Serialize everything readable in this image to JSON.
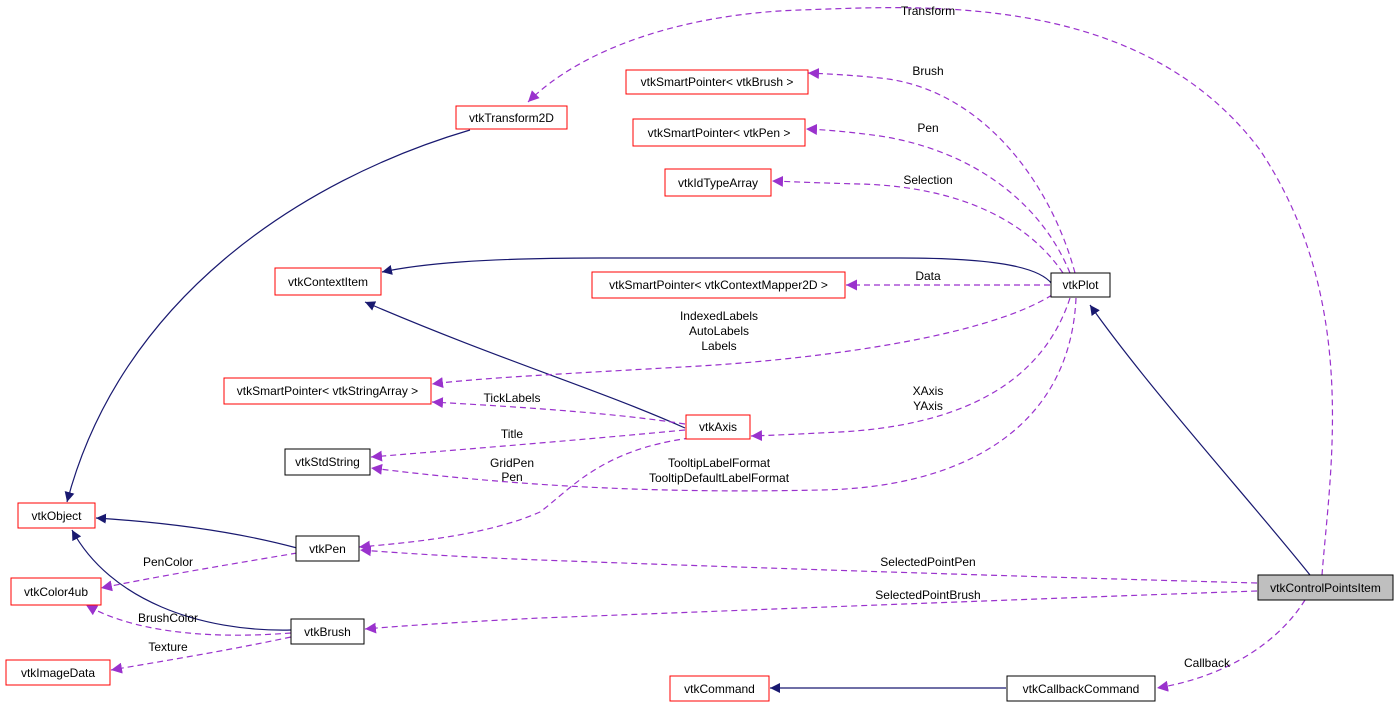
{
  "nodes": {
    "vtkTransform2D": {
      "label": "vtkTransform2D",
      "style": "red"
    },
    "brushPtr": {
      "label": "vtkSmartPointer< vtkBrush >",
      "style": "red"
    },
    "penPtr": {
      "label": "vtkSmartPointer< vtkPen >",
      "style": "red"
    },
    "vtkIdTypeArray": {
      "label": "vtkIdTypeArray",
      "style": "red"
    },
    "vtkContextItem": {
      "label": "vtkContextItem",
      "style": "red"
    },
    "mapperPtr": {
      "label": "vtkSmartPointer< vtkContextMapper2D >",
      "style": "red"
    },
    "vtkPlot": {
      "label": "vtkPlot",
      "style": "black"
    },
    "stringArrayPtr": {
      "label": "vtkSmartPointer< vtkStringArray >",
      "style": "red"
    },
    "vtkAxis": {
      "label": "vtkAxis",
      "style": "red"
    },
    "vtkStdString": {
      "label": "vtkStdString",
      "style": "black"
    },
    "vtkObject": {
      "label": "vtkObject",
      "style": "red"
    },
    "vtkPen": {
      "label": "vtkPen",
      "style": "black"
    },
    "vtkColor4ub": {
      "label": "vtkColor4ub",
      "style": "red"
    },
    "vtkControlPointsItem": {
      "label": "vtkControlPointsItem",
      "style": "gray"
    },
    "vtkBrush": {
      "label": "vtkBrush",
      "style": "black"
    },
    "vtkImageData": {
      "label": "vtkImageData",
      "style": "red"
    },
    "vtkCommand": {
      "label": "vtkCommand",
      "style": "red"
    },
    "vtkCallbackCommand": {
      "label": "vtkCallbackCommand",
      "style": "black"
    }
  },
  "edge_labels": {
    "transform": "Transform",
    "brush": "Brush",
    "pen": "Pen",
    "selection": "Selection",
    "data": "Data",
    "indexed_labels": "IndexedLabels",
    "auto_labels": "AutoLabels",
    "labels": "Labels",
    "tick_labels": "TickLabels",
    "xaxis": "XAxis",
    "yaxis": "YAxis",
    "title": "Title",
    "grid_pen": "GridPen",
    "pen_axis": "Pen",
    "tooltip_label_format": "TooltipLabelFormat",
    "tooltip_default_label_format": "TooltipDefaultLabelFormat",
    "pen_color": "PenColor",
    "selected_point_pen": "SelectedPointPen",
    "selected_point_brush": "SelectedPointBrush",
    "brush_color": "BrushColor",
    "texture": "Texture",
    "callback": "Callback"
  },
  "colors": {
    "inheritance": "#191970",
    "usage": "#9a32cd",
    "red_border": "#ff0000",
    "highlight_fill": "#bfbfbf"
  }
}
